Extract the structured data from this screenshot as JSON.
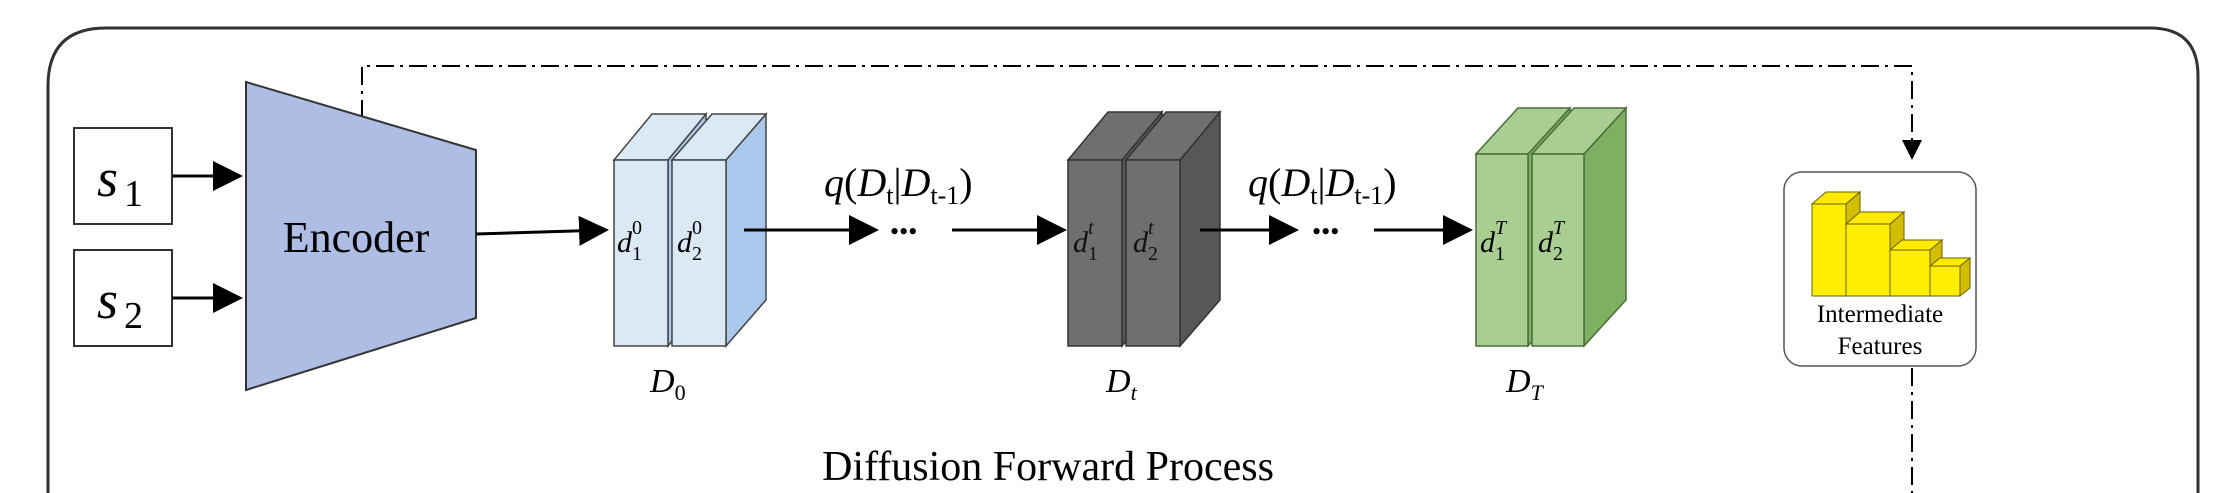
{
  "inputs": {
    "s1": {
      "base": "s",
      "sub": "1"
    },
    "s2": {
      "base": "s",
      "sub": "2"
    }
  },
  "encoder": {
    "label": "Encoder"
  },
  "latents": {
    "d0": {
      "name": {
        "base": "D",
        "sub": "0"
      },
      "left": {
        "base": "d",
        "sub": "1",
        "sup": "0"
      },
      "right": {
        "base": "d",
        "sub": "2",
        "sup": "0"
      }
    },
    "dt": {
      "name": {
        "base": "D",
        "sub": "t"
      },
      "left": {
        "base": "d",
        "sub": "1",
        "sup": "t"
      },
      "right": {
        "base": "d",
        "sub": "2",
        "sup": "t"
      }
    },
    "dT": {
      "name": {
        "base": "D",
        "sub": "T"
      },
      "left": {
        "base": "d",
        "sub": "1",
        "sup": "T"
      },
      "right": {
        "base": "d",
        "sub": "2",
        "sup": "T"
      }
    }
  },
  "transitions": {
    "q": "q",
    "open": "(",
    "d": "D",
    "sub_t": "t",
    "bar": "|",
    "sub_t1": "t-1",
    "close": ")",
    "ellipsis": "•••"
  },
  "features": {
    "line1": "Intermediate",
    "line2": "Features"
  },
  "process_label": "Diffusion Forward Process",
  "colors": {
    "encoder_fill": "#aebde4",
    "d0_front": "#dbe8f6",
    "d0_side": "#a9c8ec",
    "dt_front": "#6f6f6f",
    "dt_side": "#575757",
    "dT_front": "#a8cf91",
    "dT_side": "#7db061",
    "feature_front": "#ffee00",
    "feature_top": "#ffea00",
    "feature_side": "#d2bd00"
  }
}
